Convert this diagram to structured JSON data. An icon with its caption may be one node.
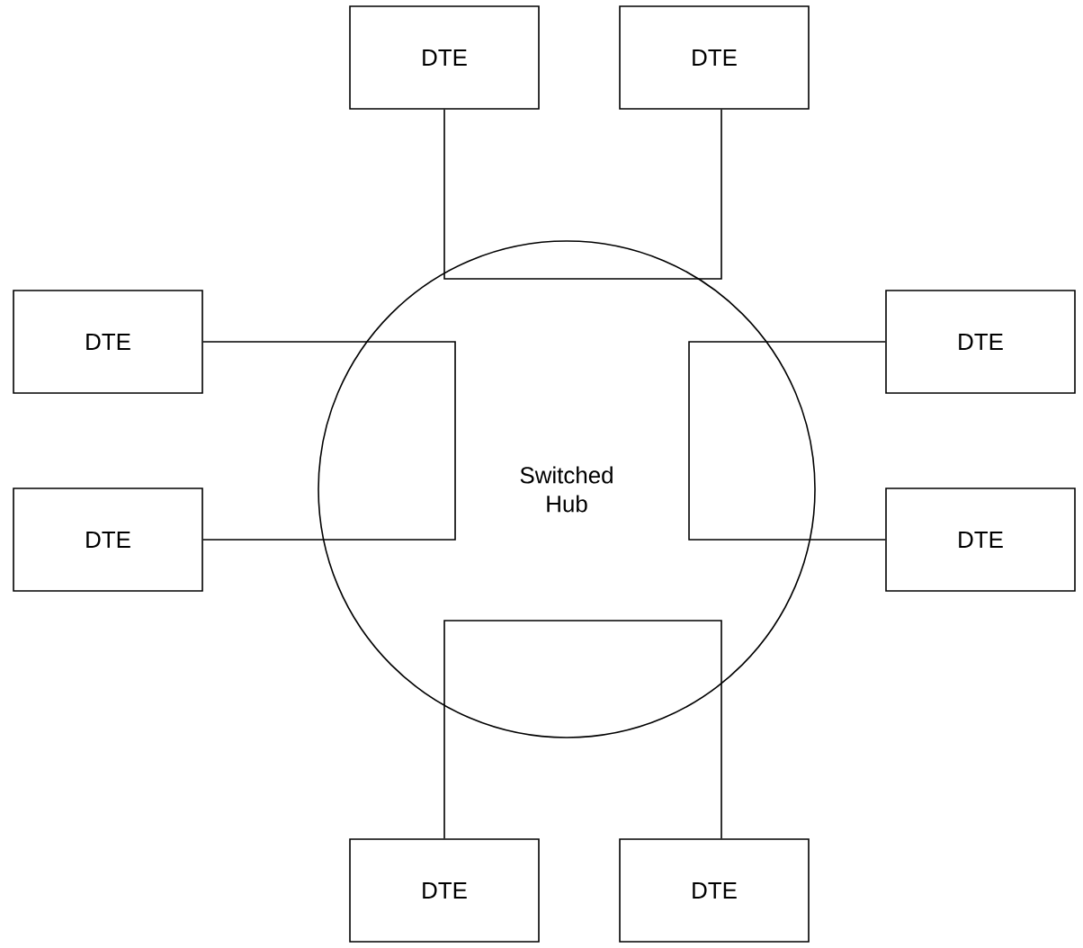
{
  "diagram": {
    "nodes": [
      {
        "text": [
          "Switched Hub"
        ]
      },
      {
        "text": [
          "DTE"
        ]
      },
      {
        "text": [
          "DTE"
        ]
      },
      {
        "text": [
          "DTE"
        ]
      },
      {
        "text": [
          "DTE"
        ]
      },
      {
        "text": [
          "DTE"
        ]
      },
      {
        "text": [
          "DTE"
        ]
      },
      {
        "text": [
          "DTE"
        ]
      },
      {
        "text": [
          "DTE"
        ]
      }
    ],
    "edges": [
      {
        "from": 1,
        "to": 0,
        "arrow": "none"
      },
      {
        "from": 2,
        "to": 0,
        "arrow": "none"
      },
      {
        "from": 3,
        "to": 0,
        "arrow": "none"
      },
      {
        "from": 4,
        "to": 0,
        "arrow": "none"
      },
      {
        "from": 5,
        "to": 0,
        "arrow": "none"
      },
      {
        "from": 6,
        "to": 0,
        "arrow": "none"
      },
      {
        "from": 7,
        "to": 0,
        "arrow": "none"
      },
      {
        "from": 8,
        "to": 0,
        "arrow": "none"
      }
    ]
  }
}
